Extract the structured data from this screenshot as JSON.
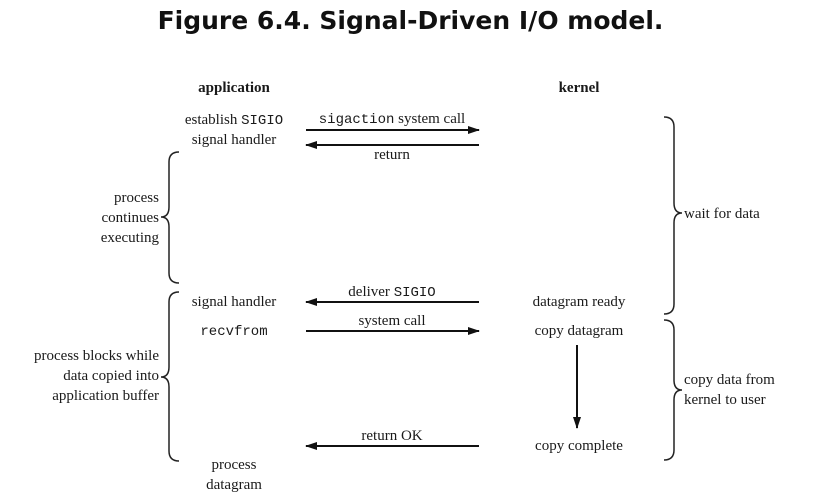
{
  "title": "Figure 6.4. Signal-Driven I/O model.",
  "headers": {
    "application": "application",
    "kernel": "kernel"
  },
  "app": {
    "establish": "establish ",
    "sigio": "SIGIO",
    "signal_handler_line2": "signal handler",
    "signal_handler": "signal handler",
    "recvfrom": "recvfrom",
    "process_datagram": [
      "process",
      "datagram"
    ]
  },
  "arrows": {
    "sigaction": "sigaction",
    "system_call_suffix": " system call",
    "return": "return",
    "deliver": "deliver ",
    "deliver_sigio": "SIGIO",
    "system_call": "system call",
    "return_ok": "return OK"
  },
  "kernel": {
    "datagram_ready": "datagram ready",
    "copy_datagram": "copy datagram",
    "copy_complete": "copy complete"
  },
  "left_braces": {
    "continues": [
      "process",
      "continues",
      "executing"
    ],
    "blocks": [
      "process blocks while",
      "data copied into",
      "application buffer"
    ]
  },
  "right_braces": {
    "wait": "wait for data",
    "copy": [
      "copy data from",
      "kernel to user"
    ]
  }
}
